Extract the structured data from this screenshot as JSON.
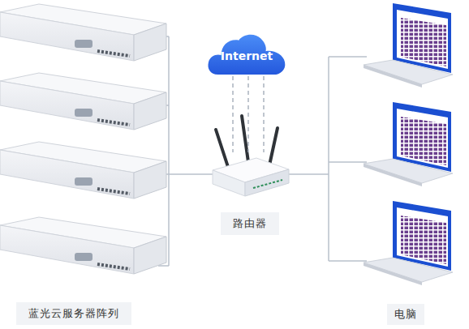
{
  "diagram": {
    "nodes": [
      {
        "text": [
          "Internet"
        ]
      },
      {
        "text": [
          "路由器"
        ]
      }
    ],
    "edges": [
      {
        "from": 0,
        "to": 1,
        "arrow": "none"
      }
    ],
    "labels": [
      "蓝光云服务器阵列",
      "电脑"
    ]
  }
}
